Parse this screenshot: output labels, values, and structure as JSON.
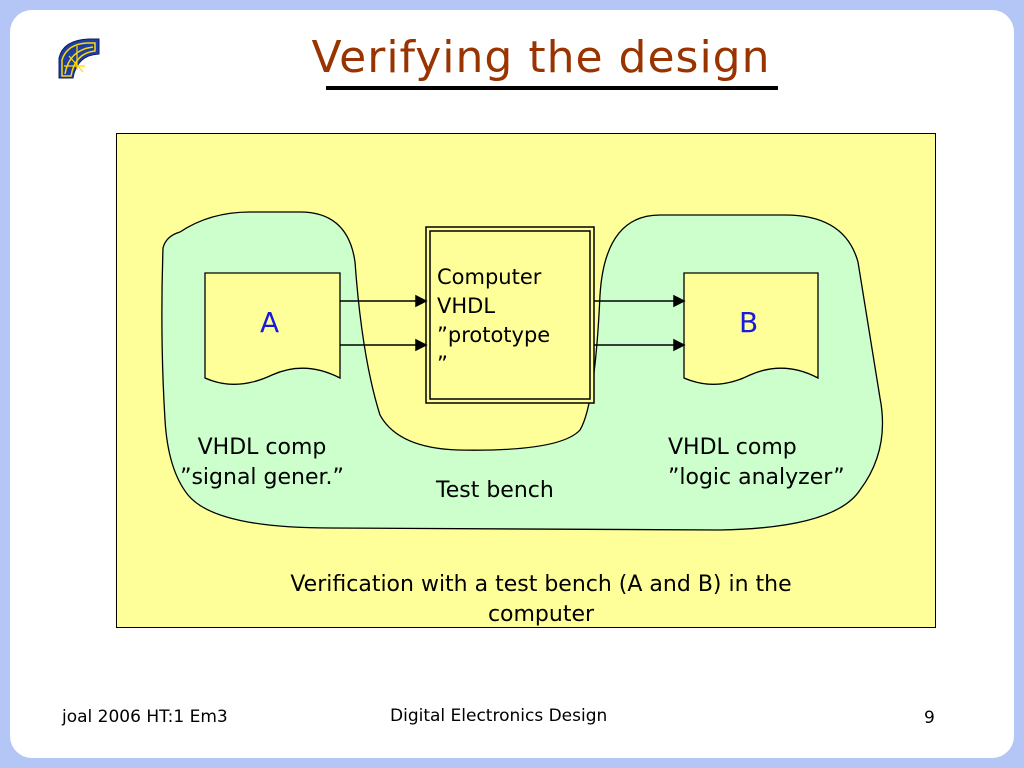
{
  "title": "Verifying the design",
  "logo": {
    "icon": "globe-quarter-logo-icon",
    "colors": {
      "blue": "#1f3fa0",
      "yellow": "#ffd800"
    }
  },
  "diagram": {
    "block_a": {
      "label": "A"
    },
    "block_b": {
      "label": "B"
    },
    "prototype_box": {
      "lines": [
        "Computer",
        "VHDL",
        "”prototype",
        "”"
      ]
    },
    "label_a": {
      "lines": [
        "VHDL comp",
        "”signal gener.”"
      ]
    },
    "label_b": {
      "lines": [
        "VHDL comp",
        "”logic analyzer”"
      ]
    },
    "test_bench": "Test bench",
    "caption": {
      "lines": [
        "Verification with a test bench (A and B) in the",
        "computer"
      ]
    },
    "colors": {
      "panel": "#ffff99",
      "blob": "#ccffcc",
      "letters": "#1a1adc"
    }
  },
  "footer": {
    "left": "joal 2006 HT:1 Em3",
    "center": "Digital Electronics Design",
    "page": "9"
  },
  "colors": {
    "background": "#b3c6f5",
    "title": "#993300"
  }
}
